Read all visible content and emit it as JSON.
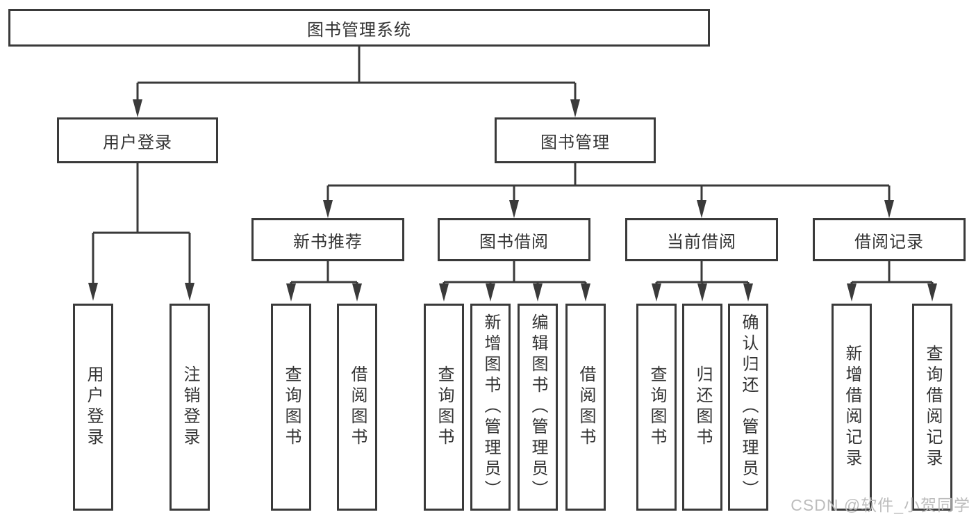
{
  "diagram": {
    "title": "图书管理系统",
    "type": "functional-structure-tree",
    "colors": {
      "line": "#3a3a3a",
      "border": "#3a3a3a",
      "text": "#333333",
      "background": "#ffffff",
      "watermark": "#b9b9b9"
    },
    "nodes": {
      "root": {
        "label": "图书管理系统"
      },
      "user_login": {
        "label": "用户登录"
      },
      "book_mgmt": {
        "label": "图书管理"
      },
      "login": {
        "label": "用户登录"
      },
      "logout": {
        "label": "注销登录"
      },
      "new_books": {
        "label": "新书推荐"
      },
      "book_borrow": {
        "label": "图书借阅"
      },
      "current_borrow": {
        "label": "当前借阅"
      },
      "borrow_records": {
        "label": "借阅记录"
      },
      "nb_query": {
        "label": "查询图书"
      },
      "nb_borrow": {
        "label": "借阅图书"
      },
      "bb_query": {
        "label": "查询图书"
      },
      "bb_add": {
        "label": "新增图书（管理员）"
      },
      "bb_edit": {
        "label": "编辑图书（管理员）"
      },
      "bb_borrow": {
        "label": "借阅图书"
      },
      "cb_query": {
        "label": "查询图书"
      },
      "cb_return": {
        "label": "归还图书"
      },
      "cb_confirm": {
        "label": "确认归还（管理员）"
      },
      "br_add": {
        "label": "新增借阅记录"
      },
      "br_query": {
        "label": "查询借阅记录"
      }
    },
    "hierarchy": {
      "图书管理系统": {
        "用户登录": [
          "用户登录",
          "注销登录"
        ],
        "图书管理": {
          "新书推荐": [
            "查询图书",
            "借阅图书"
          ],
          "图书借阅": [
            "查询图书",
            "新增图书（管理员）",
            "编辑图书（管理员）",
            "借阅图书"
          ],
          "当前借阅": [
            "查询图书",
            "归还图书",
            "确认归还（管理员）"
          ],
          "借阅记录": [
            "新增借阅记录",
            "查询借阅记录"
          ]
        }
      }
    },
    "watermark": {
      "text": "CSDN @软件_小贺同学"
    }
  }
}
